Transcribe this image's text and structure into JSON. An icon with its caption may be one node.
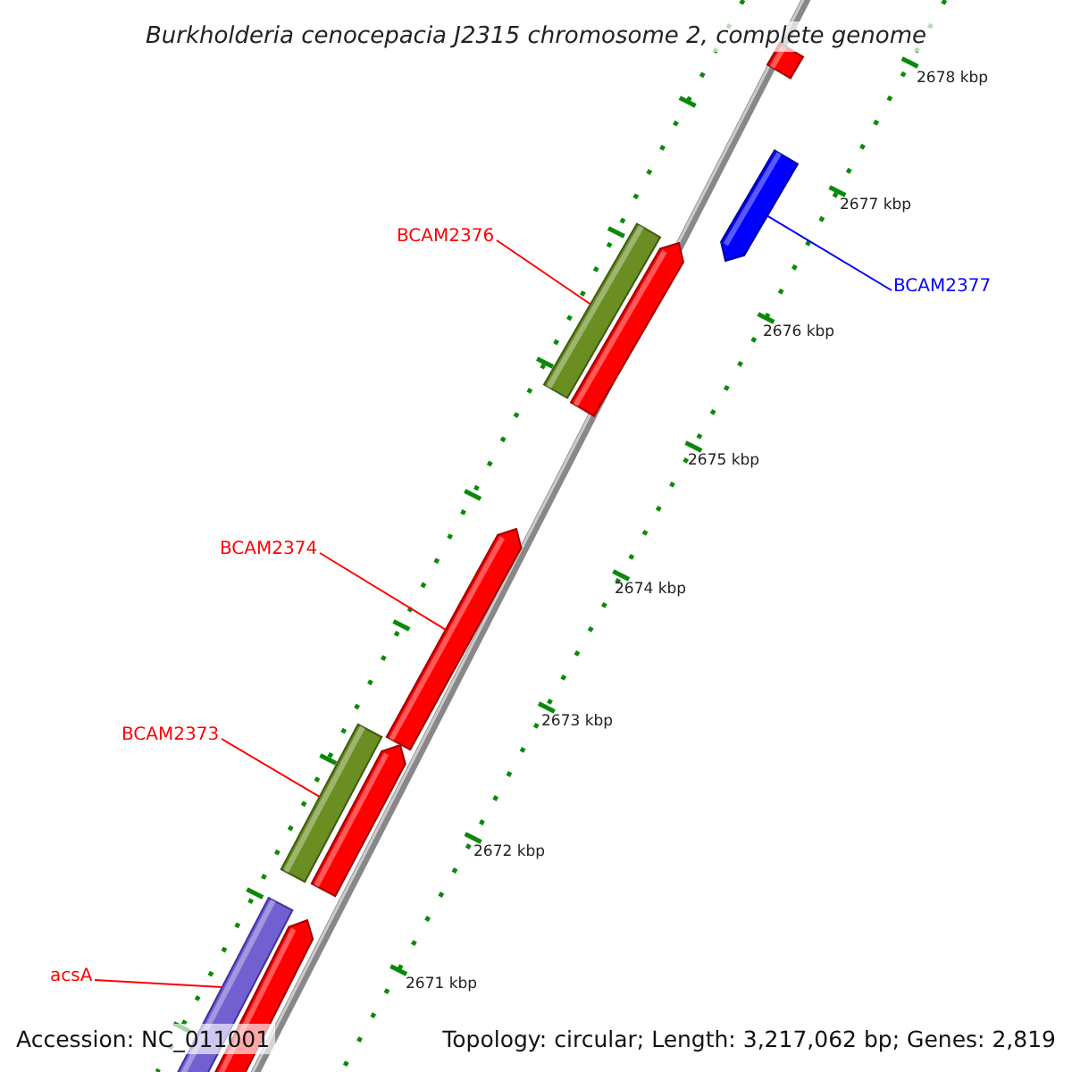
{
  "diagram": {
    "title": "Burkholderia cenocepacia J2315 chromosome 2, complete genome",
    "nodes": [
      {
        "text": [
          "BCAM2376"
        ]
      },
      {
        "text": [
          "BCAM2377"
        ]
      },
      {
        "text": [
          "BCAM2374"
        ]
      },
      {
        "text": [
          "BCAM2373"
        ]
      },
      {
        "text": [
          "acsA"
        ]
      },
      {
        "text": [],
        "shape": "bar"
      },
      {
        "text": [],
        "shape": "bar"
      },
      {
        "text": [],
        "shape": "bar"
      },
      {
        "text": [],
        "shape": "bar"
      },
      {
        "text": [],
        "shape": "bar"
      },
      {
        "text": [],
        "shape": "bar"
      },
      {
        "text": [],
        "shape": "bar"
      },
      {
        "text": [],
        "shape": "bar"
      },
      {
        "text": [],
        "shape": "bar"
      }
    ],
    "edges": [
      {
        "from": 0,
        "to": 7,
        "arrow": "none"
      },
      {
        "from": 1,
        "to": 6,
        "arrow": "none",
        "color": "#0000ff"
      },
      {
        "from": 2,
        "to": 9,
        "arrow": "none"
      },
      {
        "from": 3,
        "to": 10,
        "arrow": "none"
      },
      {
        "from": 4,
        "to": 12,
        "arrow": "none"
      }
    ],
    "labels": [
      "2678 kbp",
      "2677 kbp",
      "2676 kbp",
      "2675 kbp",
      "2674 kbp",
      "2673 kbp",
      "2672 kbp",
      "2671 kbp",
      "Accession: NC_011001",
      "Topology: circular; Length: 3,217,062 bp; Genes: 2,819"
    ]
  }
}
